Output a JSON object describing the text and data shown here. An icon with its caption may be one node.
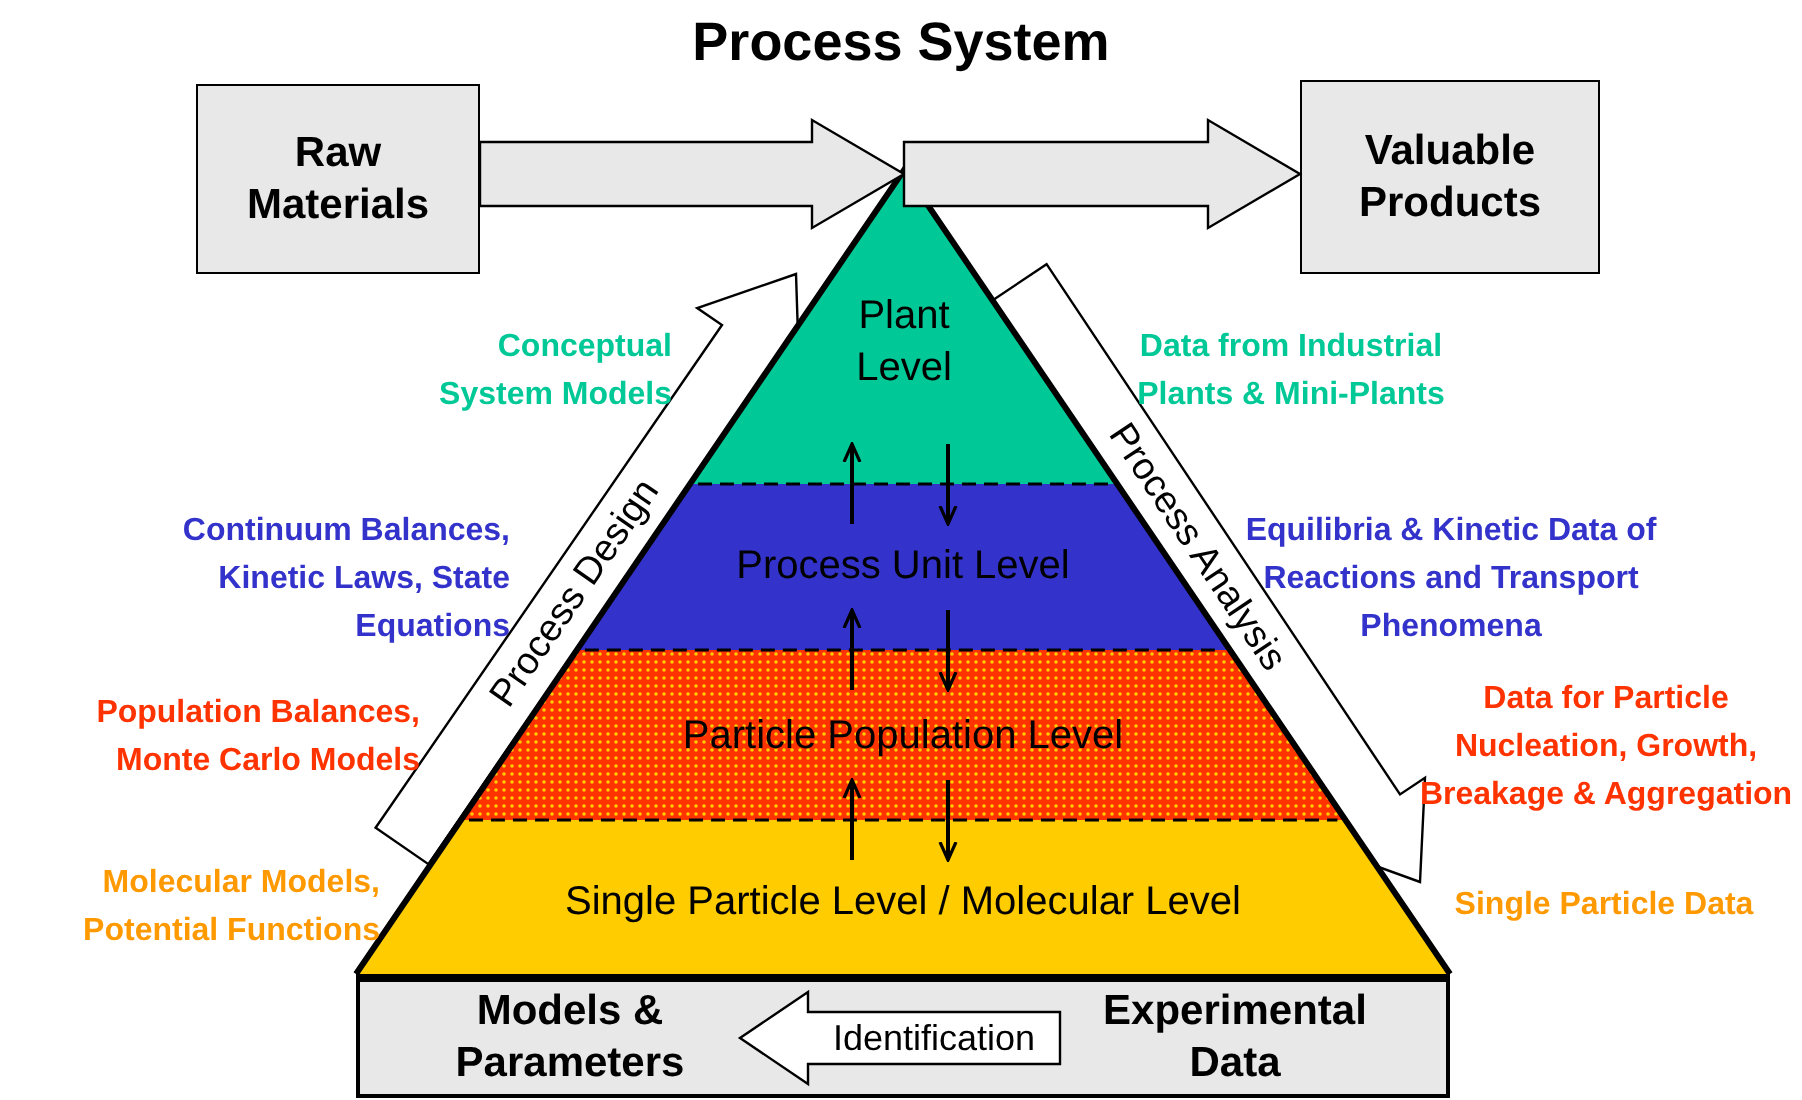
{
  "diagram": {
    "title": "Process System",
    "nodes": [
      {
        "text": [
          "Raw Materials"
        ]
      },
      {
        "text": [
          "Valuable Products"
        ]
      },
      {
        "text": [
          "Plant Level"
        ]
      },
      {
        "text": [
          "Process Unit Level"
        ]
      },
      {
        "text": [
          "Particle Population Level"
        ]
      },
      {
        "text": [
          "Single Particle Level / Molecular Level"
        ]
      },
      {
        "text": [],
        "shape": "box"
      },
      {
        "text": [
          "Models & Parameters"
        ],
        "in": 6
      },
      {
        "text": [
          "Experimental Data"
        ],
        "in": 6
      }
    ],
    "edges": [
      {
        "from": 0,
        "to": 2,
        "arrow": "to",
        "style": "thick"
      },
      {
        "from": 2,
        "to": 1,
        "arrow": "to",
        "style": "thick"
      },
      {
        "from": 3,
        "to": 2,
        "arrow": "to"
      },
      {
        "from": 2,
        "to": 3,
        "arrow": "to"
      },
      {
        "from": 4,
        "to": 3,
        "arrow": "to"
      },
      {
        "from": 3,
        "to": 4,
        "arrow": "to"
      },
      {
        "from": 5,
        "to": 4,
        "arrow": "to"
      },
      {
        "from": 4,
        "to": 5,
        "arrow": "to"
      },
      {
        "from": 8,
        "to": 7,
        "arrow": "to",
        "style": "thick",
        "label": "Identification"
      }
    ],
    "labels": [
      "Conceptual System Models",
      "Data from Industrial Plants & Mini-Plants",
      "Continuum Balances, Kinetic Laws, State Equations",
      "Equilibria & Kinetic Data of Reactions and Transport Phenomena",
      "Population Balances, Monte Carlo Models",
      "Data for Particle Nucleation, Growth, Breakage & Aggregation",
      "Molecular Models, Potential Functions",
      "Single Particle Data",
      "Process Design",
      "Process Analysis"
    ]
  }
}
